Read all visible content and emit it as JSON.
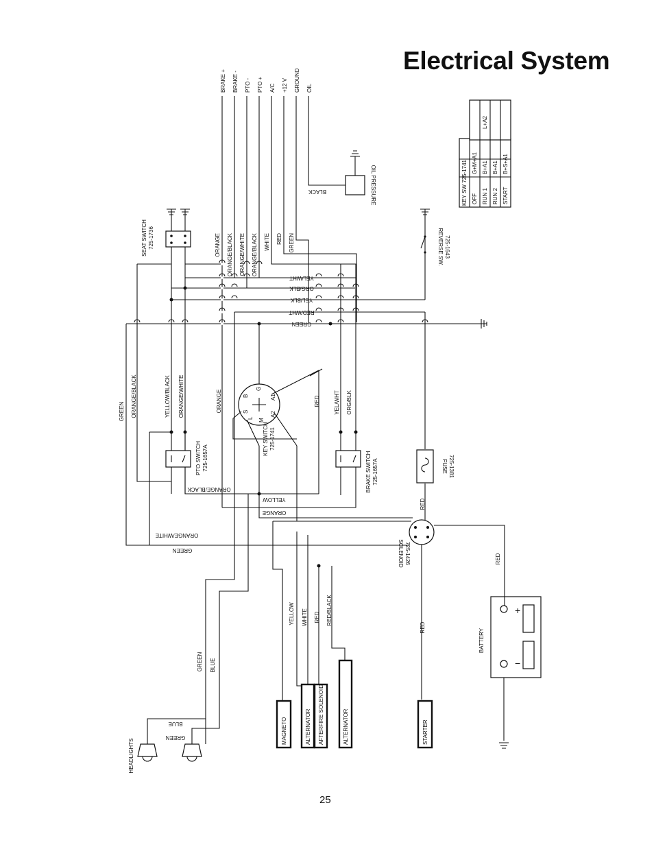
{
  "page": {
    "title": "Electrical System",
    "number": "25"
  },
  "harness": {
    "terminals": [
      "BRAKE +",
      "BRAKE -",
      "PTO -",
      "PTO +",
      "A/C",
      "+12 V",
      "GROUND",
      "OIL"
    ],
    "wire_labels": {
      "orange": "ORANGE",
      "orange_black": "ORANGE/BLACK",
      "orange_white": "ORANGE/WHITE",
      "white": "WHITE",
      "red": "RED",
      "green": "GREEN",
      "yel_wht": "YEL/WHT",
      "org_blk": "ORG/BLK",
      "yel_blk": "YEL/BLK",
      "red_wht": "RED/WHT",
      "yellow_black": "YELLOW/BLACK",
      "yellow": "YELLOW",
      "blue": "BLUE",
      "red_black": "RED/BLACK",
      "black": "BLACK"
    }
  },
  "components": {
    "seat_switch": [
      "SEAT SWITCH",
      "725-1736"
    ],
    "oil_pressure": "OIL PRESSURE",
    "reverse_switch": [
      "REVERSE SW.",
      "725-1643"
    ],
    "pto_switch": [
      "PTO SWITCH",
      "725-1657A"
    ],
    "key_switch": [
      "KEY SWITCH",
      "725-1741"
    ],
    "key_terminals": [
      "B",
      "G",
      "L",
      "S",
      "M",
      "A1",
      "A2"
    ],
    "brake_switch": [
      "BRAKE SWITCH",
      "725-1657A"
    ],
    "fuse": [
      "FUSE",
      "725-1381"
    ],
    "solenoid": [
      "SOLENOID",
      "725-1426"
    ],
    "battery": "BATTERY",
    "battery_plus": "+",
    "battery_minus": "−",
    "magneto": "MAGNETO",
    "alternator_1": "ALTERNATOR",
    "afterfire_solenoid": "AFTERFIRE SOLENOID",
    "alternator_2": "ALTERNATOR",
    "starter": "STARTER",
    "headlights": "HEADLIGHTS"
  },
  "key_table": {
    "title": "KEY SW 725-1741",
    "rows": [
      [
        "OFF",
        "G+M+A1",
        ""
      ],
      [
        "RUN 1",
        "B+A1",
        "L+A2"
      ],
      [
        "RUN 2",
        "B+A1",
        ""
      ],
      [
        "START",
        "B+S+A1",
        ""
      ]
    ]
  }
}
